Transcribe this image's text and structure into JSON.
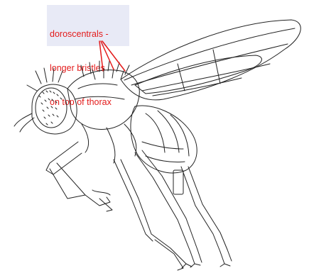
{
  "annotation": {
    "lines": [
      "doroscentrals -",
      "longer bristles",
      "on top of thorax"
    ],
    "color": "#e31b1b",
    "box_color": "#e8eaf6"
  }
}
